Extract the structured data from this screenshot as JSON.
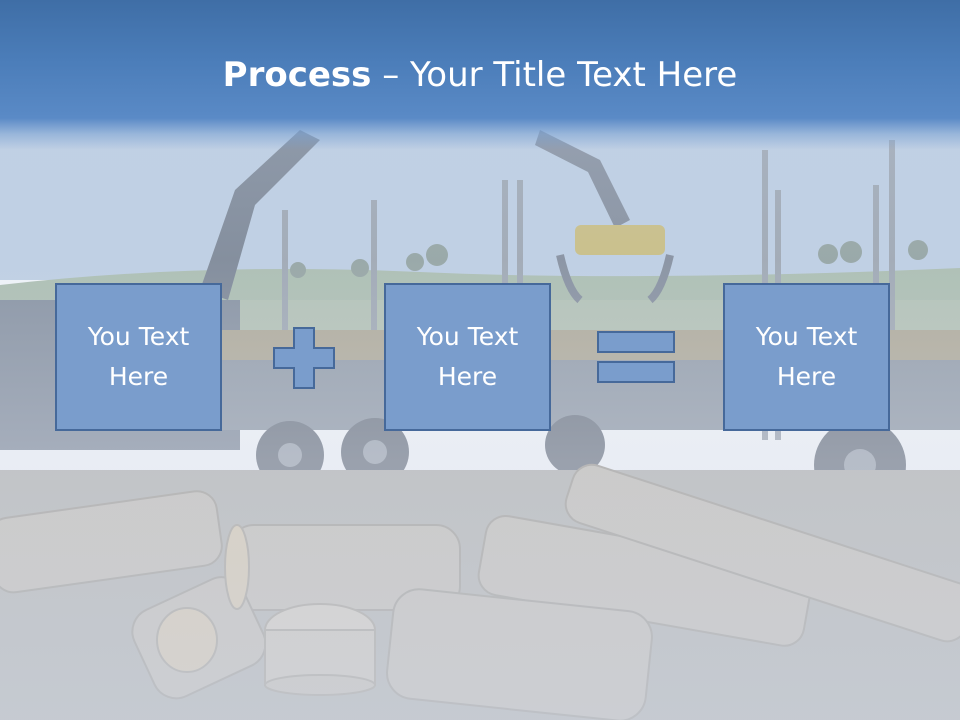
{
  "slide": {
    "title_bold": "Process",
    "title_dash": " – ",
    "title_rest": "Your Title Text Here"
  },
  "process": {
    "boxes": [
      "You Text Here",
      "You Text Here",
      "You Text Here"
    ],
    "operators": [
      "plus-icon",
      "equals-icon"
    ]
  },
  "colors": {
    "title_band": "#4b7db9",
    "box_fill": "#7a9dcc",
    "box_border": "#46699a",
    "text": "#ffffff"
  },
  "background": {
    "description_icon": "logging-truck-photo"
  }
}
